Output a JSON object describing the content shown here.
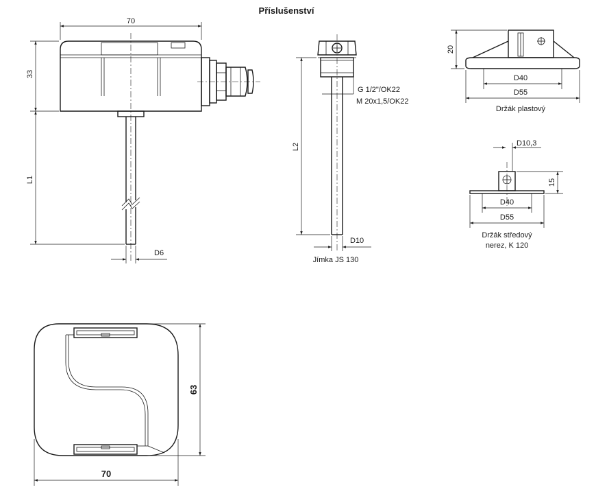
{
  "title": "Příslušenství",
  "sensor_side": {
    "width_label": "70",
    "height_label": "33",
    "length_label": "L1",
    "diameter_label": "D6"
  },
  "well": {
    "length_label": "L2",
    "thread_label_1": "G 1/2\"/OK22",
    "thread_label_2": "M 20x1,5/OK22",
    "diameter_label": "D10",
    "caption": "Jímka JS 130"
  },
  "plastic_holder": {
    "height_label": "20",
    "inner_diameter_label": "D40",
    "outer_diameter_label": "D55",
    "caption": "Držák plastový"
  },
  "center_holder": {
    "bore_label": "D10,3",
    "height_label": "15",
    "inner_diameter_label": "D40",
    "outer_diameter_label": "D55",
    "caption_line1": "Držák středový",
    "caption_line2": "nerez, K 120"
  },
  "top_view": {
    "width_label": "70",
    "height_label": "63"
  }
}
